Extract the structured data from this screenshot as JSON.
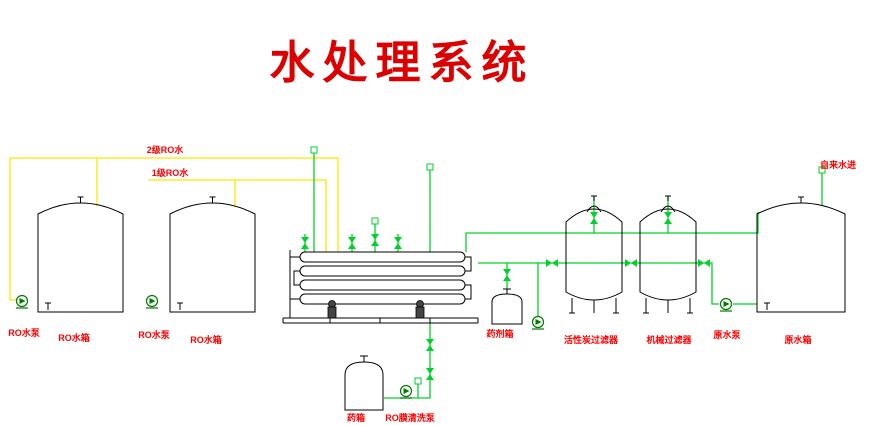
{
  "title": "水处理系统",
  "colors": {
    "title": "#dd0000",
    "label": "#ff0000",
    "pipe_green": "#00d22a",
    "pipe_yellow": "#ffe800",
    "outline": "#000000",
    "pump": "#007a00",
    "background": "#ffffff"
  },
  "pipe_labels": {
    "stage2_ro": "2级RO水",
    "stage1_ro": "1级RO水",
    "tap_water_in": "自来水进"
  },
  "equipment": {
    "ro_pump_a": "RO水泵",
    "ro_tank_a": "RO水箱",
    "ro_pump_b": "RO水泵",
    "ro_tank_b": "RO水箱",
    "chem_dosing_tank": "药剂箱",
    "carbon_filter": "活性炭过滤器",
    "mechanical_filter": "机械过滤器",
    "raw_water_pump": "原水泵",
    "raw_water_tank": "原水箱",
    "chem_tank": "药箱",
    "ro_cip_pump": "RO膜清洗泵"
  }
}
